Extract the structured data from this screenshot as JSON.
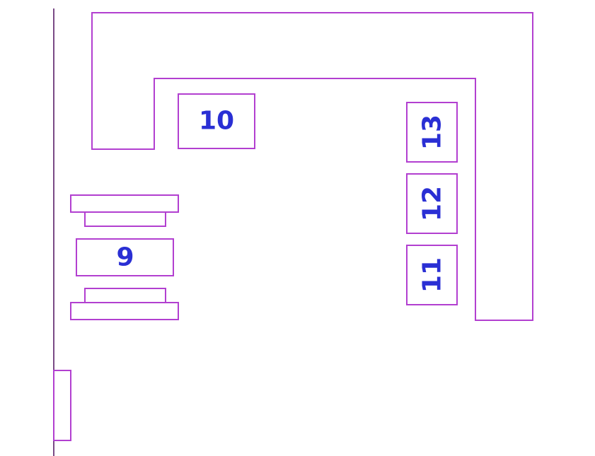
{
  "colors": {
    "outline": "#b23fd0",
    "wall": "#7a4a86",
    "label": "#2a2fd4",
    "background": "#ffffff"
  },
  "tables": {
    "t9": {
      "label": "9"
    },
    "t10": {
      "label": "10"
    },
    "t11": {
      "label": "11"
    },
    "t12": {
      "label": "12"
    },
    "t13": {
      "label": "13"
    }
  }
}
